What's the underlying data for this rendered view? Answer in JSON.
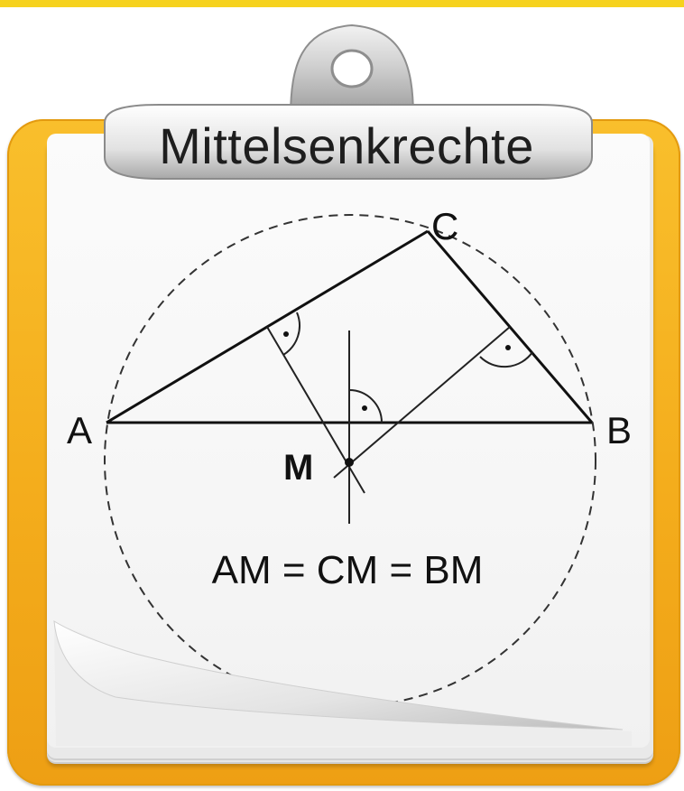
{
  "title": "Mittelsenkrechte",
  "points": {
    "a": "A",
    "b": "B",
    "c": "C",
    "m": "M"
  },
  "equation": "AM = CM = BM",
  "colors": {
    "clipboard": "#f4ad1c",
    "paper": "#f7f7f7",
    "clip_metal": "#a9a9a9",
    "line": "#111111",
    "accent_strip": "#f6d21e"
  },
  "icons": {
    "right_angle": "right-angle-icon",
    "clip": "clip-icon"
  }
}
